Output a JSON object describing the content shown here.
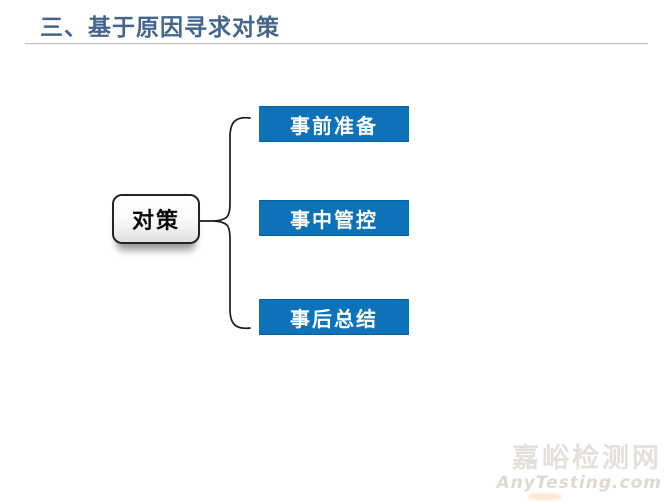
{
  "title": {
    "text": "三、基于原因寻求对策"
  },
  "diagram": {
    "type": "bracket-tree",
    "root_label": "对策",
    "branches": [
      {
        "label": "事前准备"
      },
      {
        "label": "事中管控"
      },
      {
        "label": "事后总结"
      }
    ]
  },
  "watermark": {
    "site_name": "嘉峪检测网",
    "site_url": "AnyTesting.com"
  },
  "colors": {
    "title_text": "#44658c",
    "divider": "#c6c6c6",
    "branch_fill": "#0d72b9",
    "branch_text": "#ffffff",
    "node_border": "#242424",
    "node_fill_top": "#ffffff",
    "node_fill_bottom": "#e0e0e0",
    "brace_stroke": "#1b1b1b",
    "watermark_text": "#e4e1dc",
    "background": "#ffffff"
  }
}
